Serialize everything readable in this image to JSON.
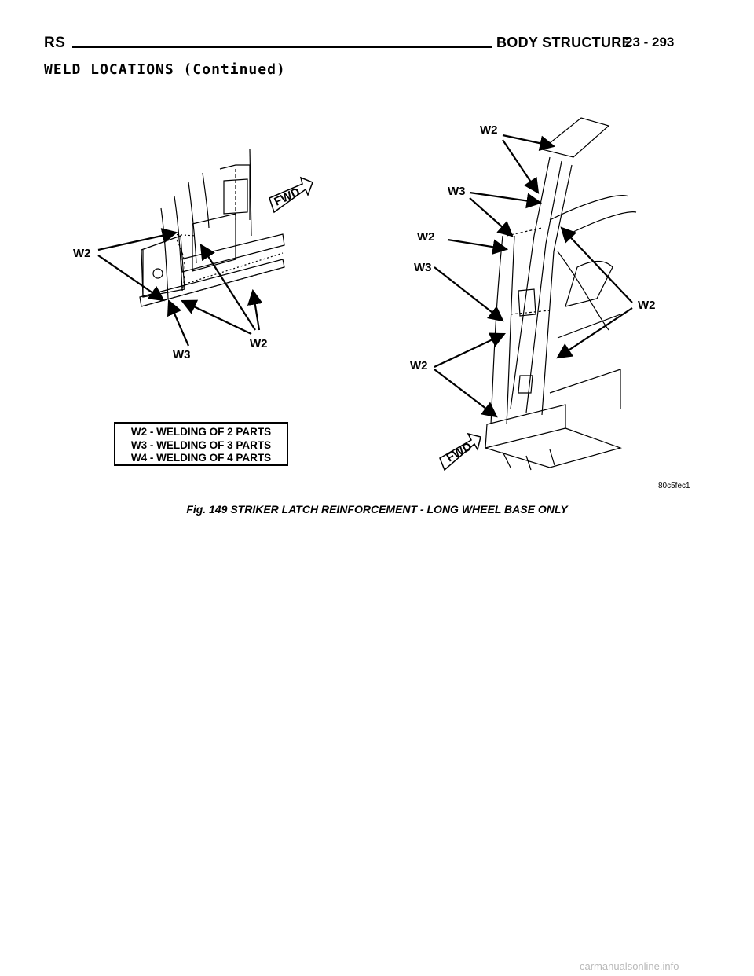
{
  "header": {
    "left": "RS",
    "title": "BODY STRUCTURE",
    "page": "23 - 293"
  },
  "section_title": "WELD LOCATIONS (Continued)",
  "figure": {
    "labels": {
      "w2": "W2",
      "w3": "W3",
      "fwd": "FWD"
    },
    "legend": [
      "W2 - WELDING OF 2 PARTS",
      "W3 - WELDING OF 3 PARTS",
      "W4 - WELDING OF 4 PARTS"
    ],
    "code": "80c5fec1",
    "caption": "Fig. 149 STRIKER LATCH REINFORCEMENT - LONG WHEEL BASE ONLY"
  },
  "watermark": "carmanualsonline.info"
}
